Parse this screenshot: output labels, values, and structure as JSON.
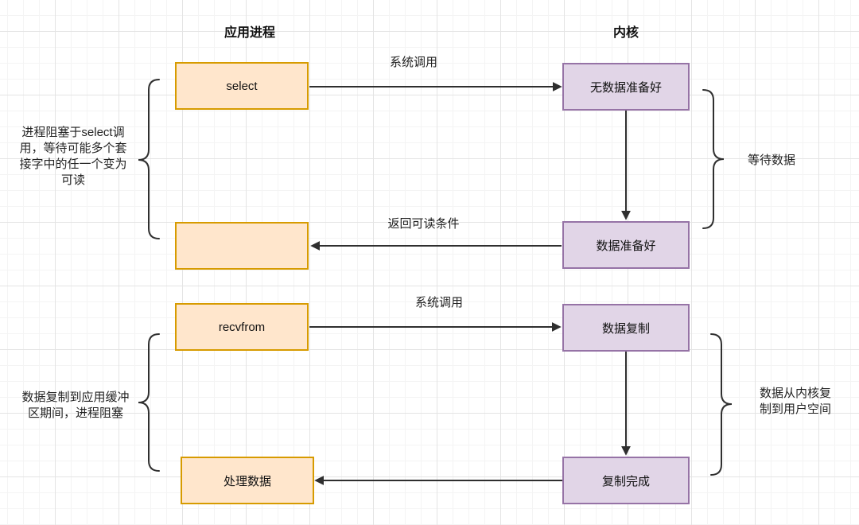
{
  "diagram": {
    "title_left_column": "应用进程",
    "title_right_column": "内核",
    "process_boxes": [
      {
        "label": "select"
      },
      {
        "label": ""
      },
      {
        "label": "recvfrom"
      },
      {
        "label": "处理数据"
      }
    ],
    "kernel_boxes": [
      {
        "label": "无数据准备好"
      },
      {
        "label": "数据准备好"
      },
      {
        "label": "数据复制"
      },
      {
        "label": "复制完成"
      }
    ],
    "arrow_labels": {
      "syscall_select": "系统调用",
      "return_readable": "返回可读条件",
      "syscall_recvfrom": "系统调用"
    },
    "annotations": {
      "left_select_blocking": "进程阻塞于select调\n用，等待可能多个套\n接字中的任一个变为\n可读",
      "right_wait_data": "等待数据",
      "left_copy_blocking": "数据复制到应用缓冲\n区期间，进程阻塞",
      "right_copy_kernel_to_user": "数据从内核复\n制到用户空间"
    },
    "colors": {
      "process_box_fill": "#FFE6CC",
      "process_box_border": "#D79B00",
      "kernel_box_fill": "#E1D5E7",
      "kernel_box_border": "#9673A6",
      "arrow_stroke": "#2f2f2f",
      "grid_minor": "#f4f4f4",
      "grid_major": "#e4e4e4"
    }
  }
}
